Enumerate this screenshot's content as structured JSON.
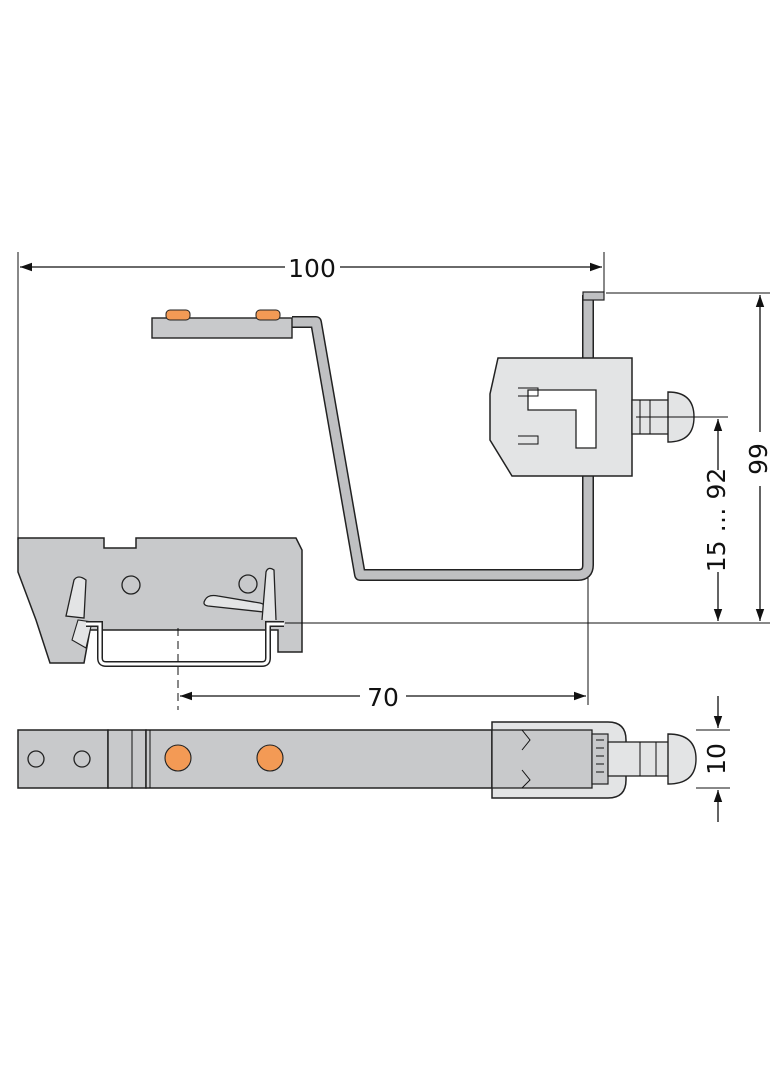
{
  "drawing": {
    "colors": {
      "body_gray": "#c8c9cb",
      "bracket_gray": "#bfc0c2",
      "outline": "#222222",
      "accent_orange": "#f39a55",
      "light_gray": "#e3e4e5",
      "background": "#ffffff"
    },
    "dimensions": {
      "overall_width": "100",
      "rail_to_clamp": "70",
      "height": "99",
      "clamp_range": "15 … 92",
      "thickness": "10"
    }
  }
}
